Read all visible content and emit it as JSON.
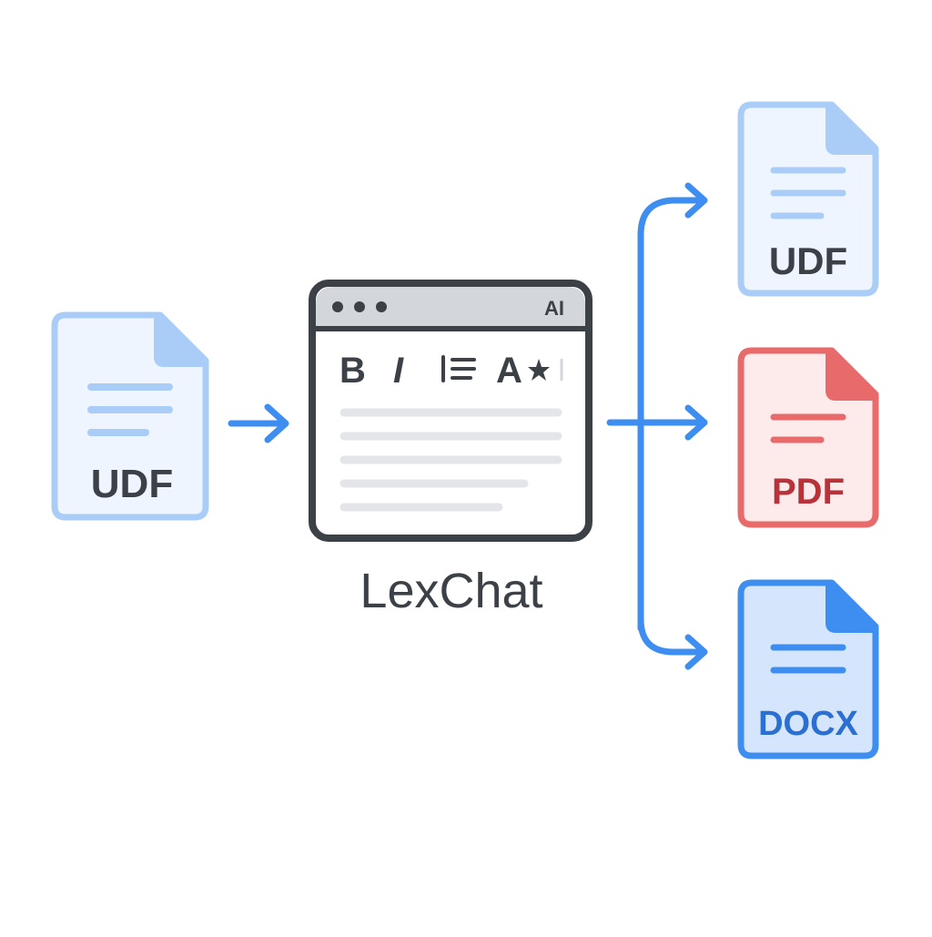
{
  "input_file": {
    "label": "UDF",
    "icon": "udf-document-icon"
  },
  "editor": {
    "title": "LexChat",
    "badge": "AI",
    "toolbar": {
      "bold": "B",
      "italic": "I",
      "list_icon": "list-icon",
      "font": "A",
      "sparkle_icon": "sparkle-icon"
    }
  },
  "outputs": [
    {
      "label": "UDF",
      "icon": "udf-document-icon",
      "color": "#a9cdf7"
    },
    {
      "label": "PDF",
      "icon": "pdf-document-icon",
      "color": "#e86a6a"
    },
    {
      "label": "DOCX",
      "icon": "docx-document-icon",
      "color": "#3d8ef0"
    }
  ],
  "colors": {
    "arrow": "#3d8ef0",
    "udf_fill": "#eef5fe",
    "udf_border": "#a9cdf7",
    "pdf_fill": "#fdeaea",
    "pdf_text": "#b8323a",
    "docx_fill": "#d5e6fc",
    "docx_text": "#2a6fd1",
    "window_border": "#3c4148"
  }
}
